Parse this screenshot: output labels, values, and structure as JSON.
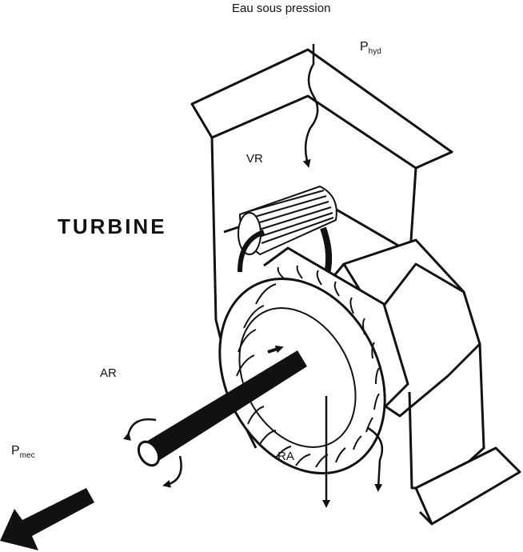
{
  "labels": {
    "water_inlet": "Eau sous pression",
    "hydraulic_power": {
      "symbol": "P",
      "subscript": "hyd"
    },
    "title": "TURBINE",
    "guide_vanes": "VR",
    "shaft": "AR",
    "mechanical_power": {
      "symbol": "P",
      "subscript": "mec"
    },
    "runner": "RA"
  },
  "colors": {
    "ink": "#111111",
    "background": "#ffffff"
  }
}
